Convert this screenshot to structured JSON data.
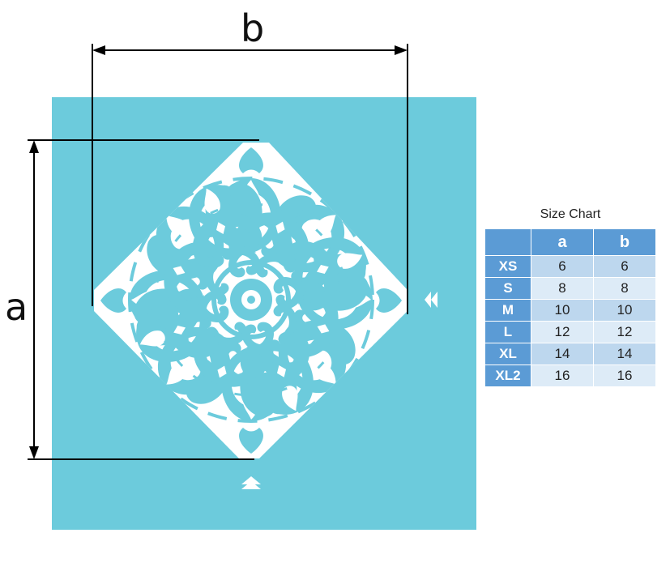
{
  "dimension_labels": {
    "a": "a",
    "b": "b"
  },
  "size_chart": {
    "title": "Size Chart",
    "headers": [
      "",
      "a",
      "b"
    ],
    "rows": [
      {
        "size": "XS",
        "a": "6",
        "b": "6"
      },
      {
        "size": "S",
        "a": "8",
        "b": "8"
      },
      {
        "size": "M",
        "a": "10",
        "b": "10"
      },
      {
        "size": "L",
        "a": "12",
        "b": "12"
      },
      {
        "size": "XL",
        "a": "14",
        "b": "14"
      },
      {
        "size": "XL2",
        "a": "16",
        "b": "16"
      }
    ]
  },
  "colors": {
    "stencil_background": "#6ccbdc",
    "pattern": "#ffffff",
    "dimension_lines": "#000000",
    "table_header": "#5b9bd5",
    "row_odd": "#bdd7ee",
    "row_even": "#ddebf7"
  },
  "icons": [
    "registration-arrow-right-icon",
    "registration-arrow-bottom-icon"
  ]
}
